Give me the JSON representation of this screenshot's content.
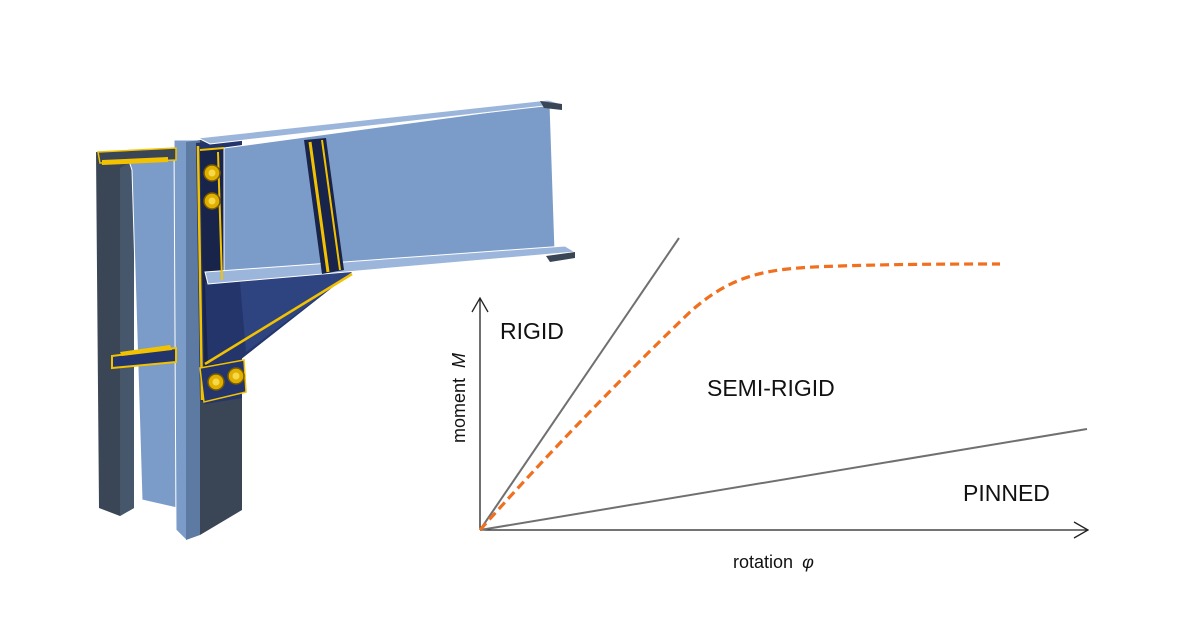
{
  "illustration": {
    "name": "beam-to-column-haunched-bolted-connection",
    "colors": {
      "steel_light": "#7b9cc8",
      "steel_mid": "#4f6f9c",
      "steel_dark": "#3a4656",
      "plate_navy": "#24356b",
      "plate_deep": "#19244a",
      "weld_yellow": "#f2c200",
      "bolt_yellow": "#e0b000",
      "edge_outline": "#ffffff"
    }
  },
  "diagram": {
    "y_axis_label": "moment",
    "y_axis_symbol": "M",
    "x_axis_label": "rotation",
    "x_axis_symbol": "φ",
    "regions": {
      "rigid": "RIGID",
      "semi_rigid": "SEMI-RIGID",
      "pinned": "PINNED"
    },
    "colors": {
      "axis": "#222222",
      "boundary_lines": "#707070",
      "semi_rigid_curve": "#f07020",
      "text": "#111111"
    },
    "curves": [
      {
        "name": "rigid-boundary-line",
        "style": "solid"
      },
      {
        "name": "pinned-boundary-line",
        "style": "solid"
      },
      {
        "name": "semi-rigid-curve",
        "style": "dashed"
      }
    ]
  }
}
